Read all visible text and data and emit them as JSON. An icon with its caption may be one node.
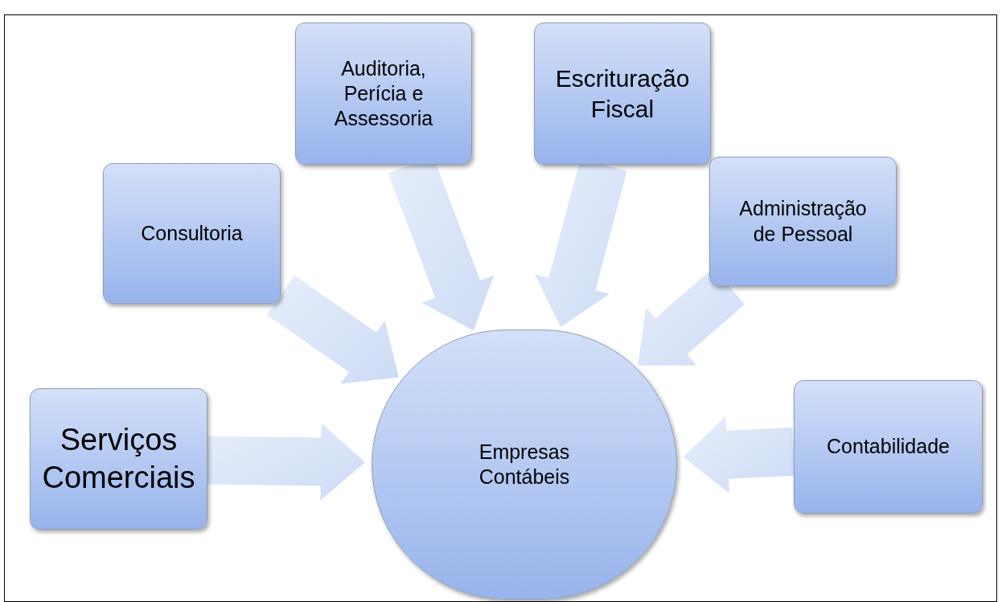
{
  "diagram": {
    "nodes": [
      {
        "text": [
          "Serviços Comerciais"
        ]
      },
      {
        "text": [
          "Consultoria"
        ]
      },
      {
        "text": [
          "Auditoria, Perícia e Assessoria"
        ]
      },
      {
        "text": [
          "Escrituração Fiscal"
        ]
      },
      {
        "text": [
          "Administração de Pessoal"
        ]
      },
      {
        "text": [
          "Contabilidade"
        ]
      },
      {
        "text": [
          "Empresas Contábeis"
        ]
      }
    ],
    "edges": [
      {
        "from": 0,
        "to": 6,
        "arrow": "to"
      },
      {
        "from": 1,
        "to": 6,
        "arrow": "to"
      },
      {
        "from": 2,
        "to": 6,
        "arrow": "to"
      },
      {
        "from": 3,
        "to": 6,
        "arrow": "to"
      },
      {
        "from": 4,
        "to": 6,
        "arrow": "to"
      },
      {
        "from": 5,
        "to": 6,
        "arrow": "to"
      }
    ]
  }
}
